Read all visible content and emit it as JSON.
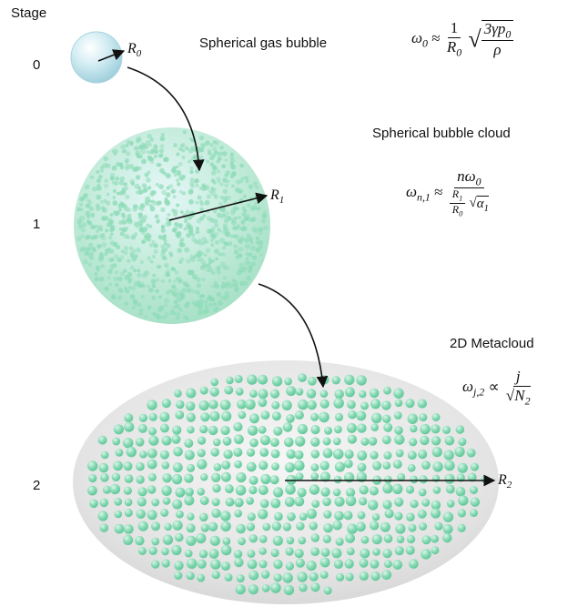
{
  "stage_header": "Stage",
  "stages": [
    {
      "number": "0",
      "title": "Spherical gas bubble",
      "radius": "R0"
    },
    {
      "number": "1",
      "title": "Spherical bubble cloud",
      "radius": "R1"
    },
    {
      "number": "2",
      "title": "2D Metacloud",
      "radius": "R2"
    }
  ],
  "colors": {
    "bubble": "#bfe3ec",
    "cloud": "#a8e6cf",
    "metacloud": "#d9d9d9",
    "sphere_dot": "#6fd1a6"
  },
  "eq0": {
    "lhs": "ω0 ≈",
    "num": "1",
    "den": "R0",
    "sqrt_num": "3γp0",
    "sqrt_den": "ρ"
  },
  "eq1": {
    "lhs": "ωn,1 ≈",
    "num": "nω0",
    "den_ratio_num": "R1",
    "den_ratio_den": "R0",
    "den_sqrt": "α1"
  },
  "eq2": {
    "lhs": "ωj,2 ∝",
    "num": "j",
    "den_sqrt": "N2"
  }
}
